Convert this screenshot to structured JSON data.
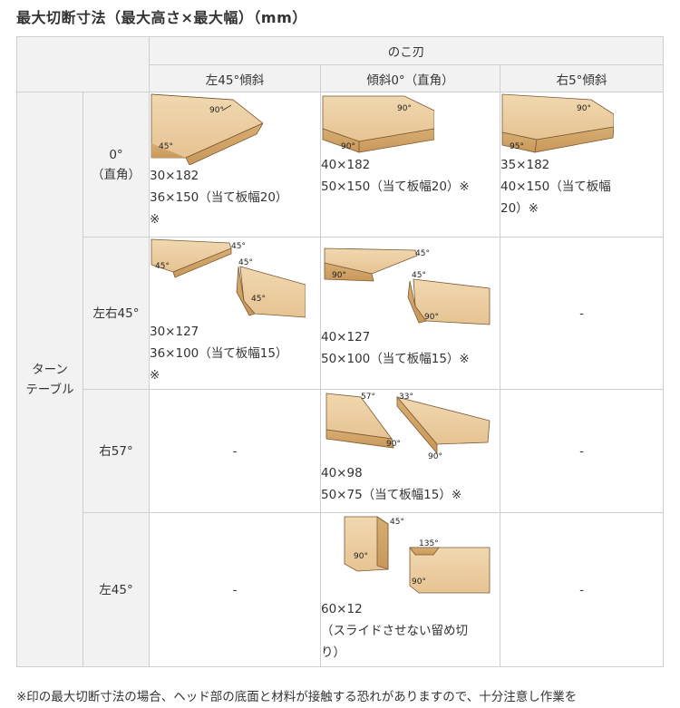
{
  "title": "最大切断寸法（最大高さ×最大幅）（mm）",
  "header": {
    "blade": "のこ刃",
    "col1": "左45°傾斜",
    "col2": "傾斜0°（直角）",
    "col3": "右5°傾斜"
  },
  "turntable": "ターン\nテーブル",
  "rows": {
    "r0": {
      "label": "0°\n（直角）"
    },
    "r1": {
      "label": "左右45°"
    },
    "r2": {
      "label": "右57°"
    },
    "r3": {
      "label": "左45°"
    }
  },
  "cells": {
    "r0c1": [
      "30×182",
      "36×150（当て板幅20）",
      "※"
    ],
    "r0c2": [
      "40×182",
      "50×150（当て板幅20）※"
    ],
    "r0c3": [
      "35×182",
      "40×150（当て板幅",
      "20）※"
    ],
    "r1c1": [
      "30×127",
      "36×100（当て板幅15）",
      "※"
    ],
    "r1c2": [
      "40×127",
      "50×100（当て板幅15）※"
    ],
    "r1c3": "-",
    "r2c1": "-",
    "r2c2": [
      "40×98",
      "50×75（当て板幅15）※"
    ],
    "r2c3": "-",
    "r3c1": "-",
    "r3c2": [
      "60×12",
      "（スライドさせない留め切",
      "り）"
    ],
    "r3c3": "-"
  },
  "angles": {
    "a90": "90°",
    "a45": "45°",
    "a95": "95°",
    "a57": "57°",
    "a33": "33°",
    "a135": "135°"
  },
  "note": "※印の最大切断寸法の場合、ヘッド部の底面と材料が接触する恐れがありますので、十分注意し作業を"
}
